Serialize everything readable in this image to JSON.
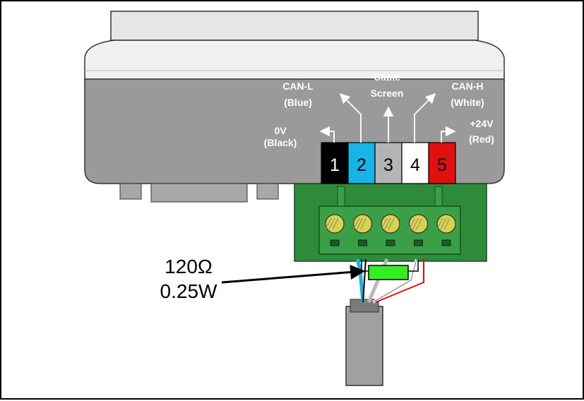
{
  "colors": {
    "housing_top": "#e8e8e8",
    "housing_body": "#999999",
    "connector_green": "#2e8b3a",
    "screw_yellow": "#d9d24a",
    "pin1": "#000000",
    "pin2": "#19b4e6",
    "pin3": "#b4b4b4",
    "pin4": "#ffffff",
    "pin5": "#e01010",
    "resistor": "#33ee22"
  },
  "pins": [
    {
      "number": "1",
      "line1": "0V",
      "line2": "(Black)"
    },
    {
      "number": "2",
      "line1": "CAN-L",
      "line2": "(Blue)"
    },
    {
      "number": "3",
      "line1": "Cable",
      "line2": "Screen"
    },
    {
      "number": "4",
      "line1": "CAN-H",
      "line2": "(White)"
    },
    {
      "number": "5",
      "line1": "+24V",
      "line2": "(Red)"
    }
  ],
  "resistor": {
    "value": "120Ω",
    "power": "0.25W"
  }
}
